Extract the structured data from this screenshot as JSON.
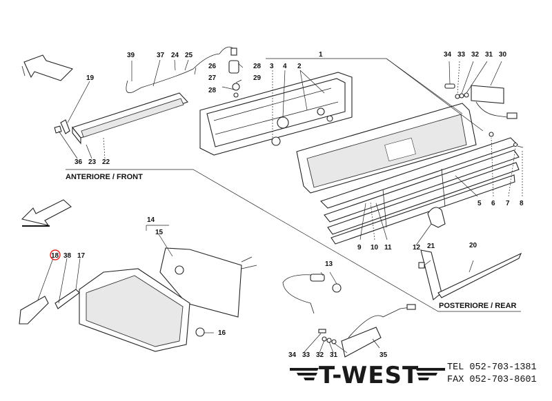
{
  "sections": {
    "front": "ANTERIORE / FRONT",
    "rear": "POSTERIORE / REAR"
  },
  "callouts": [
    {
      "id": "c1",
      "text": "1"
    },
    {
      "id": "c2",
      "text": "2"
    },
    {
      "id": "c3",
      "text": "3"
    },
    {
      "id": "c4",
      "text": "4"
    },
    {
      "id": "c5",
      "text": "5"
    },
    {
      "id": "c6",
      "text": "6"
    },
    {
      "id": "c7",
      "text": "7"
    },
    {
      "id": "c8",
      "text": "8"
    },
    {
      "id": "c9",
      "text": "9"
    },
    {
      "id": "c10",
      "text": "10"
    },
    {
      "id": "c11",
      "text": "11"
    },
    {
      "id": "c12",
      "text": "12"
    },
    {
      "id": "c13",
      "text": "13"
    },
    {
      "id": "c14",
      "text": "14"
    },
    {
      "id": "c15",
      "text": "15"
    },
    {
      "id": "c16",
      "text": "16"
    },
    {
      "id": "c17",
      "text": "17"
    },
    {
      "id": "c18",
      "text": "18",
      "highlighted": true
    },
    {
      "id": "c19",
      "text": "19"
    },
    {
      "id": "c20",
      "text": "20"
    },
    {
      "id": "c21",
      "text": "21"
    },
    {
      "id": "c22",
      "text": "22"
    },
    {
      "id": "c23",
      "text": "23"
    },
    {
      "id": "c24",
      "text": "24"
    },
    {
      "id": "c25",
      "text": "25"
    },
    {
      "id": "c26",
      "text": "26"
    },
    {
      "id": "c27",
      "text": "27"
    },
    {
      "id": "c28a",
      "text": "28"
    },
    {
      "id": "c28b",
      "text": "28"
    },
    {
      "id": "c29",
      "text": "29"
    },
    {
      "id": "c30",
      "text": "30"
    },
    {
      "id": "c31a",
      "text": "31"
    },
    {
      "id": "c32a",
      "text": "32"
    },
    {
      "id": "c33a",
      "text": "33"
    },
    {
      "id": "c34a",
      "text": "34"
    },
    {
      "id": "c35",
      "text": "35"
    },
    {
      "id": "c36",
      "text": "36"
    },
    {
      "id": "c37",
      "text": "37"
    },
    {
      "id": "c38",
      "text": "38"
    },
    {
      "id": "c39",
      "text": "39"
    },
    {
      "id": "c31b",
      "text": "31"
    },
    {
      "id": "c32b",
      "text": "32"
    },
    {
      "id": "c33b",
      "text": "33"
    },
    {
      "id": "c34b",
      "text": "34"
    }
  ],
  "highlight_color": "#e02020",
  "footer": {
    "logo": "T-WEST",
    "tel_label": "TEL",
    "tel": "052-703-1381",
    "fax_label": "FAX",
    "fax": "052-703-8601"
  }
}
